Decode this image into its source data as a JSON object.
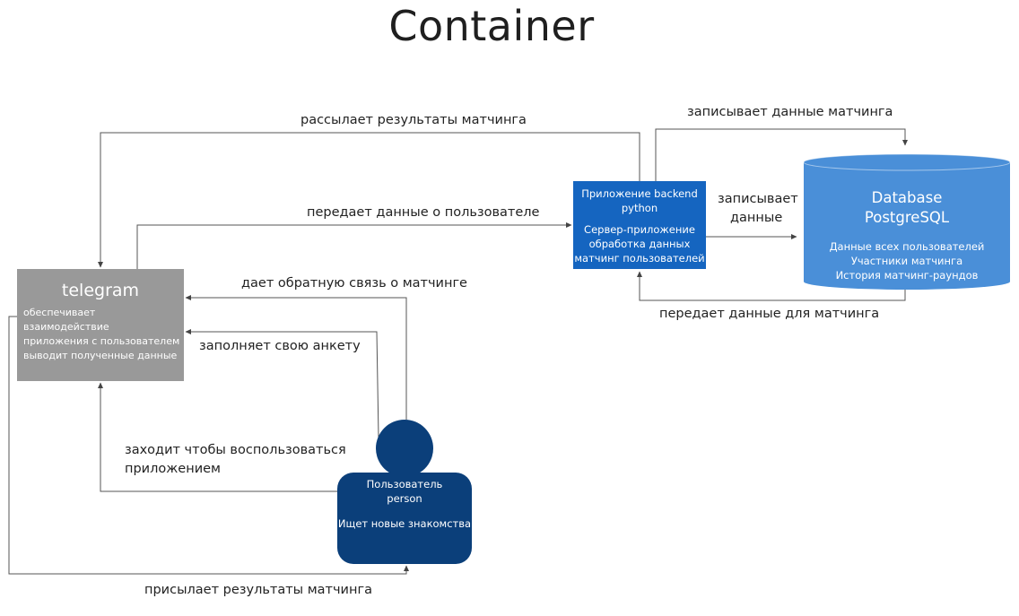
{
  "title": "Container",
  "telegram": {
    "name": "telegram",
    "description": [
      "обеспечивает взаимодействие",
      "приложения с пользователем",
      "выводит полученные данные"
    ]
  },
  "backend": {
    "name": [
      "Приложение backend",
      "python"
    ],
    "description": [
      "Сервер-приложение",
      "обработка данных",
      "матчинг пользователей"
    ]
  },
  "database": {
    "name": [
      "Database",
      "PostgreSQL"
    ],
    "description": [
      "Данные всех пользователей",
      "Участники матчинга",
      "История матчинг-раундов"
    ]
  },
  "person": {
    "name": [
      "Пользователь",
      "person"
    ],
    "description": "Ищет новые знакомства"
  },
  "edges": {
    "broadcast_results": "рассылает результаты матчинга",
    "writes_matching_data": "записывает данные матчинга",
    "passes_user_data": "передает данные о пользователе",
    "writes_data": [
      "записывает",
      "данные"
    ],
    "passes_matching_data": "передает данные для матчинга",
    "gives_feedback": "дает обратную связь о матчинге",
    "fills_profile": "заполняет свою анкету",
    "enters_app": [
      "заходит чтобы воспользоваться",
      "приложением"
    ],
    "sends_results": "присылает результаты матчинга"
  },
  "colors": {
    "telegram": "#999999",
    "backend": "#1565c0",
    "database": "#4a8fd8",
    "person": "#0b3f7a",
    "edge": "#555555"
  }
}
